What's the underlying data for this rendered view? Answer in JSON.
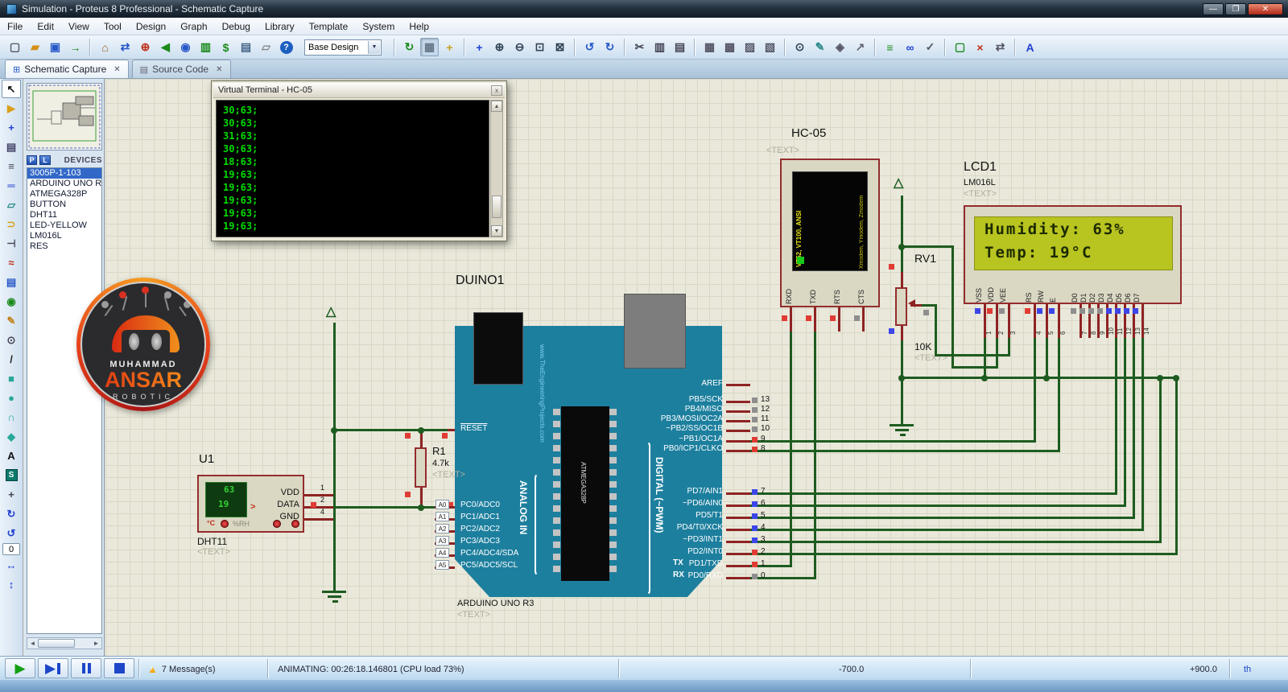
{
  "window": {
    "title": "Simulation - Proteus 8 Professional - Schematic Capture"
  },
  "menu": {
    "items": [
      "File",
      "Edit",
      "View",
      "Tool",
      "Design",
      "Graph",
      "Debug",
      "Library",
      "Template",
      "System",
      "Help"
    ]
  },
  "toolbar": {
    "base_design": "Base Design",
    "items": [
      {
        "t": "i",
        "n": "new-file-icon",
        "g": "▢",
        "c": "#556"
      },
      {
        "t": "i",
        "n": "open-folder-icon",
        "g": "▰",
        "c": "#d49018"
      },
      {
        "t": "i",
        "n": "save-icon",
        "g": "▣",
        "c": "#2858c8"
      },
      {
        "t": "i",
        "n": "import-icon",
        "g": "→",
        "c": "#1a8a1a"
      },
      {
        "t": "s"
      },
      {
        "t": "i",
        "n": "home-icon",
        "g": "⌂",
        "c": "#a05818"
      },
      {
        "t": "i",
        "n": "pin-swap-icon",
        "g": "⇄",
        "c": "#2858c8"
      },
      {
        "t": "i",
        "n": "component-mode-icon",
        "g": "⊕",
        "c": "#c03018"
      },
      {
        "t": "i",
        "n": "multimedia-icon",
        "g": "◀",
        "c": "#1a8a1a"
      },
      {
        "t": "i",
        "n": "find-component-icon",
        "g": "◉",
        "c": "#2858c8"
      },
      {
        "t": "i",
        "n": "ic-properties-icon",
        "g": "▥",
        "c": "#1a8a1a"
      },
      {
        "t": "i",
        "n": "bom-icon",
        "g": "$",
        "c": "#1a8a1a"
      },
      {
        "t": "i",
        "n": "terminal-mode-icon",
        "g": "▤",
        "c": "#446688"
      },
      {
        "t": "i",
        "n": "notes-icon",
        "g": "▱",
        "c": "#888"
      },
      {
        "t": "i",
        "n": "help-icon",
        "g": "?",
        "c": "#fff",
        "r": 1
      },
      {
        "t": "c"
      },
      {
        "t": "s"
      },
      {
        "t": "i",
        "n": "redraw-icon",
        "g": "↻",
        "c": "#1a8a1a"
      },
      {
        "t": "i",
        "n": "grid-toggle-icon",
        "g": "▦",
        "c": "#667788",
        "p": 1
      },
      {
        "t": "i",
        "n": "origin-icon",
        "g": "+",
        "c": "#c8a018"
      },
      {
        "t": "s"
      },
      {
        "t": "i",
        "n": "pan-icon",
        "g": "+",
        "c": "#2040d0"
      },
      {
        "t": "i",
        "n": "zoom-in-icon",
        "g": "⊕",
        "c": "#334455"
      },
      {
        "t": "i",
        "n": "zoom-out-icon",
        "g": "⊖",
        "c": "#334455"
      },
      {
        "t": "i",
        "n": "zoom-all-icon",
        "g": "⊡",
        "c": "#334455"
      },
      {
        "t": "i",
        "n": "zoom-area-icon",
        "g": "⊠",
        "c": "#334455"
      },
      {
        "t": "s"
      },
      {
        "t": "i",
        "n": "undo-icon",
        "g": "↺",
        "c": "#2858c8"
      },
      {
        "t": "i",
        "n": "redo-icon",
        "g": "↻",
        "c": "#2858c8"
      },
      {
        "t": "s"
      },
      {
        "t": "i",
        "n": "cut-icon",
        "g": "✂",
        "c": "#445"
      },
      {
        "t": "i",
        "n": "copy-icon",
        "g": "▥",
        "c": "#445"
      },
      {
        "t": "i",
        "n": "paste-icon",
        "g": "▤",
        "c": "#445"
      },
      {
        "t": "s"
      },
      {
        "t": "i",
        "n": "block-copy-icon",
        "g": "▦",
        "c": "#556"
      },
      {
        "t": "i",
        "n": "block-move-icon",
        "g": "▩",
        "c": "#556"
      },
      {
        "t": "i",
        "n": "block-rotate-icon",
        "g": "▨",
        "c": "#556"
      },
      {
        "t": "i",
        "n": "block-delete-icon",
        "g": "▧",
        "c": "#556"
      },
      {
        "t": "s"
      },
      {
        "t": "i",
        "n": "pick-device-icon",
        "g": "⊙",
        "c": "#334455"
      },
      {
        "t": "i",
        "n": "make-device-icon",
        "g": "✎",
        "c": "#2a8888"
      },
      {
        "t": "i",
        "n": "packaging-icon",
        "g": "◈",
        "c": "#556"
      },
      {
        "t": "i",
        "n": "decompose-icon",
        "g": "↗",
        "c": "#667"
      },
      {
        "t": "s"
      },
      {
        "t": "i",
        "n": "wire-autorouter-icon",
        "g": "≡",
        "c": "#1a8a1a"
      },
      {
        "t": "i",
        "n": "search-tag-icon",
        "g": "∞",
        "c": "#2040d0"
      },
      {
        "t": "i",
        "n": "erc-check-icon",
        "g": "✓",
        "c": "#556"
      },
      {
        "t": "s"
      },
      {
        "t": "i",
        "n": "new-sheet-icon",
        "g": "▢",
        "c": "#1a8a1a"
      },
      {
        "t": "i",
        "n": "remove-sheet-icon",
        "g": "×",
        "c": "#c03018"
      },
      {
        "t": "i",
        "n": "goto-sheet-icon",
        "g": "⇄",
        "c": "#556"
      },
      {
        "t": "s"
      },
      {
        "t": "i",
        "n": "script-mode-icon",
        "g": "A",
        "c": "#2040d0"
      }
    ]
  },
  "tabs": [
    {
      "label": "Schematic Capture",
      "icon": "⊞",
      "active": true
    },
    {
      "label": "Source Code",
      "icon": "▤",
      "active": false
    }
  ],
  "sidebar": {
    "tools": [
      {
        "n": "selection-tool",
        "g": "↖",
        "c": "#111",
        "p": 1
      },
      {
        "n": "component-tool",
        "g": "▶",
        "c": "#d9a018"
      },
      {
        "n": "junction-dot-tool",
        "g": "+",
        "c": "#2040d0"
      },
      {
        "n": "wire-label-tool",
        "g": "▤",
        "c": "#446"
      },
      {
        "n": "text-script-tool",
        "g": "≡",
        "c": "#445"
      },
      {
        "n": "bus-tool",
        "g": "═",
        "c": "#2040d0"
      },
      {
        "n": "subcircuit-tool",
        "g": "▱",
        "c": "#2a8888"
      },
      {
        "n": "terminal-tool",
        "g": "⊃",
        "c": "#d9a018"
      },
      {
        "n": "device-pin-tool",
        "g": "⊣",
        "c": "#445"
      },
      {
        "n": "graph-tool",
        "g": "≈",
        "c": "#c03018"
      },
      {
        "n": "tape-recorder-tool",
        "g": "▤",
        "c": "#2858c8"
      },
      {
        "n": "probe-tool",
        "g": "◉",
        "c": "#1a8a1a"
      },
      {
        "n": "generator-tool",
        "g": "✎",
        "c": "#c08018"
      },
      {
        "n": "instrument-tool",
        "g": "⊙",
        "c": "#445"
      },
      {
        "n": "line-tool",
        "g": "/",
        "c": "#222"
      },
      {
        "n": "box-tool",
        "g": "■",
        "c": "#2aa898"
      },
      {
        "n": "circle-tool",
        "g": "●",
        "c": "#2aa898"
      },
      {
        "n": "arc-tool",
        "g": "∩",
        "c": "#2aa898"
      },
      {
        "n": "path-tool",
        "g": "◆",
        "c": "#2aa898"
      },
      {
        "n": "text-2d-tool",
        "g": "A",
        "c": "#111"
      },
      {
        "n": "symbol-tool",
        "g": "S",
        "c": "#fff",
        "bx": 1
      },
      {
        "n": "marker-tool",
        "g": "+",
        "c": "#445"
      },
      {
        "n": "rotate-cw-button",
        "g": "↻",
        "c": "#2040d0"
      },
      {
        "n": "rotate-ccw-button",
        "g": "↺",
        "c": "#2040d0"
      },
      {
        "n": "angle-field",
        "field": "0"
      },
      {
        "n": "mirror-h-button",
        "g": "↔",
        "c": "#2040d0"
      },
      {
        "n": "mirror-v-button",
        "g": "↕",
        "c": "#2040d0"
      }
    ]
  },
  "devices": {
    "p": "P",
    "l": "L",
    "header": "DEVICES",
    "items": [
      {
        "label": "3005P-1-103",
        "selected": true
      },
      {
        "label": "ARDUINO UNO R3",
        "selected": false
      },
      {
        "label": "ATMEGA328P",
        "selected": false
      },
      {
        "label": "BUTTON",
        "selected": false
      },
      {
        "label": "DHT11",
        "selected": false
      },
      {
        "label": "LED-YELLOW",
        "selected": false
      },
      {
        "label": "LM016L",
        "selected": false
      },
      {
        "label": "RES",
        "selected": false
      }
    ]
  },
  "terminal": {
    "title": "Virtual Terminal - HC-05",
    "close": "x",
    "lines": [
      "30;63;",
      "30;63;",
      "31;63;",
      "30;63;",
      "18;63;",
      "19;63;",
      "19;63;",
      "19;63;",
      "19;63;",
      "19;63;"
    ]
  },
  "schematic": {
    "duino": {
      "ref": "DUINO1",
      "name": "ARDUINO UNO R3",
      "text_tag": "<TEXT>",
      "reset": "RESET",
      "aref": "AREF",
      "analog": "ANALOG IN",
      "digital": "DIGITAL (~PWM)",
      "chip": "ATMEGA328P",
      "url": "www.TheEngineeringProjects.com",
      "right_pins_top": [
        {
          "label": "PB5/SCK",
          "num": "13",
          "state": "gray"
        },
        {
          "label": "PB4/MISO",
          "num": "12",
          "state": "gray"
        },
        {
          "label": "PB3/MOSI/OC2A",
          "num": "11",
          "state": "gray"
        },
        {
          "label": "~PB2/SS/OC1B",
          "num": "10",
          "state": "gray"
        },
        {
          "label": "~PB1/OC1A",
          "num": "9",
          "state": "red"
        },
        {
          "label": "PB0/ICP1/CLKO",
          "num": "8",
          "state": "red"
        }
      ],
      "right_pins_bottom": [
        {
          "label": "PD7/AIN1",
          "num": "7",
          "state": "blue",
          "prefix": ""
        },
        {
          "label": "~PD6/AIN0",
          "num": "6",
          "state": "blue",
          "prefix": ""
        },
        {
          "label": "PD5/T1",
          "num": "5",
          "state": "blue",
          "prefix": ""
        },
        {
          "label": "PD4/T0/XCK",
          "num": "4",
          "state": "blue",
          "prefix": ""
        },
        {
          "label": "~PD3/INT1",
          "num": "3",
          "state": "blue",
          "prefix": ""
        },
        {
          "label": "PD2/INT0",
          "num": "2",
          "state": "red",
          "prefix": ""
        },
        {
          "label": "PD1/TXD",
          "num": "1",
          "state": "red",
          "prefix": "TX"
        },
        {
          "label": "PD0/RXD",
          "num": "0",
          "state": "gray",
          "prefix": "RX"
        }
      ],
      "left_pins": [
        {
          "a": "A0",
          "label": "PC0/ADC0"
        },
        {
          "a": "A1",
          "label": "PC1/ADC1"
        },
        {
          "a": "A2",
          "label": "PC2/ADC2"
        },
        {
          "a": "A3",
          "label": "PC3/ADC3"
        },
        {
          "a": "A4",
          "label": "PC4/ADC4/SDA"
        },
        {
          "a": "A5",
          "label": "PC5/ADC5/SCL"
        }
      ]
    },
    "dht": {
      "ref": "U1",
      "part": "DHT11",
      "text_tag": "<TEXT>",
      "pins": [
        {
          "num": "1",
          "label": "VDD"
        },
        {
          "num": "2",
          "label": "DATA"
        },
        {
          "num": "4",
          "label": "GND"
        }
      ],
      "display_top": "63",
      "display_bottom": "19",
      "unit_c": "°C",
      "unit_rh": "%RH",
      "arrow": ">"
    },
    "r1": {
      "ref": "R1",
      "value": "4.7k",
      "text_tag": "<TEXT>"
    },
    "hc05": {
      "ref": "HC-05",
      "text_tag": "<TEXT>",
      "pins": [
        "RXD",
        "TXD",
        "RTS",
        "CTS"
      ],
      "screen_left": "VT52, VT100, ANSI",
      "screen_right": "Xmodem, Ymodem, Zmodem"
    },
    "rv1": {
      "ref": "RV1",
      "value": "10K",
      "text_tag": "<TEXT>"
    },
    "lcd": {
      "ref": "LCD1",
      "part": "LM016L",
      "text_tag": "<TEXT>",
      "line1": "Humidity: 63%",
      "line2": "Temp: 19°C",
      "pins": [
        {
          "label": "VSS",
          "num": "1",
          "state": "blue"
        },
        {
          "label": "VDD",
          "num": "2",
          "state": "red"
        },
        {
          "label": "VEE",
          "num": "3",
          "state": "gray"
        },
        {
          "label": "RS",
          "num": "4",
          "state": "red"
        },
        {
          "label": "RW",
          "num": "5",
          "state": "blue"
        },
        {
          "label": "E",
          "num": "6",
          "state": "blue"
        },
        {
          "label": "D0",
          "num": "7",
          "state": "gray"
        },
        {
          "label": "D1",
          "num": "8",
          "state": "gray"
        },
        {
          "label": "D2",
          "num": "9",
          "state": "gray"
        },
        {
          "label": "D3",
          "num": "10",
          "state": "gray"
        },
        {
          "label": "D4",
          "num": "11",
          "state": "blue"
        },
        {
          "label": "D5",
          "num": "12",
          "state": "blue"
        },
        {
          "label": "D6",
          "num": "13",
          "state": "blue"
        },
        {
          "label": "D7",
          "num": "14",
          "state": "blue"
        }
      ]
    },
    "logo": {
      "line1": "MUHAMMAD",
      "line2": "ANSAR",
      "line3": "ROBOTIC"
    }
  },
  "statusbar": {
    "messages": "7 Message(s)",
    "animating": "ANIMATING: 00:26:18.146801 (CPU load 73%)",
    "coord_x": "-700.0",
    "coord_y": "+900.0",
    "units": "th"
  }
}
